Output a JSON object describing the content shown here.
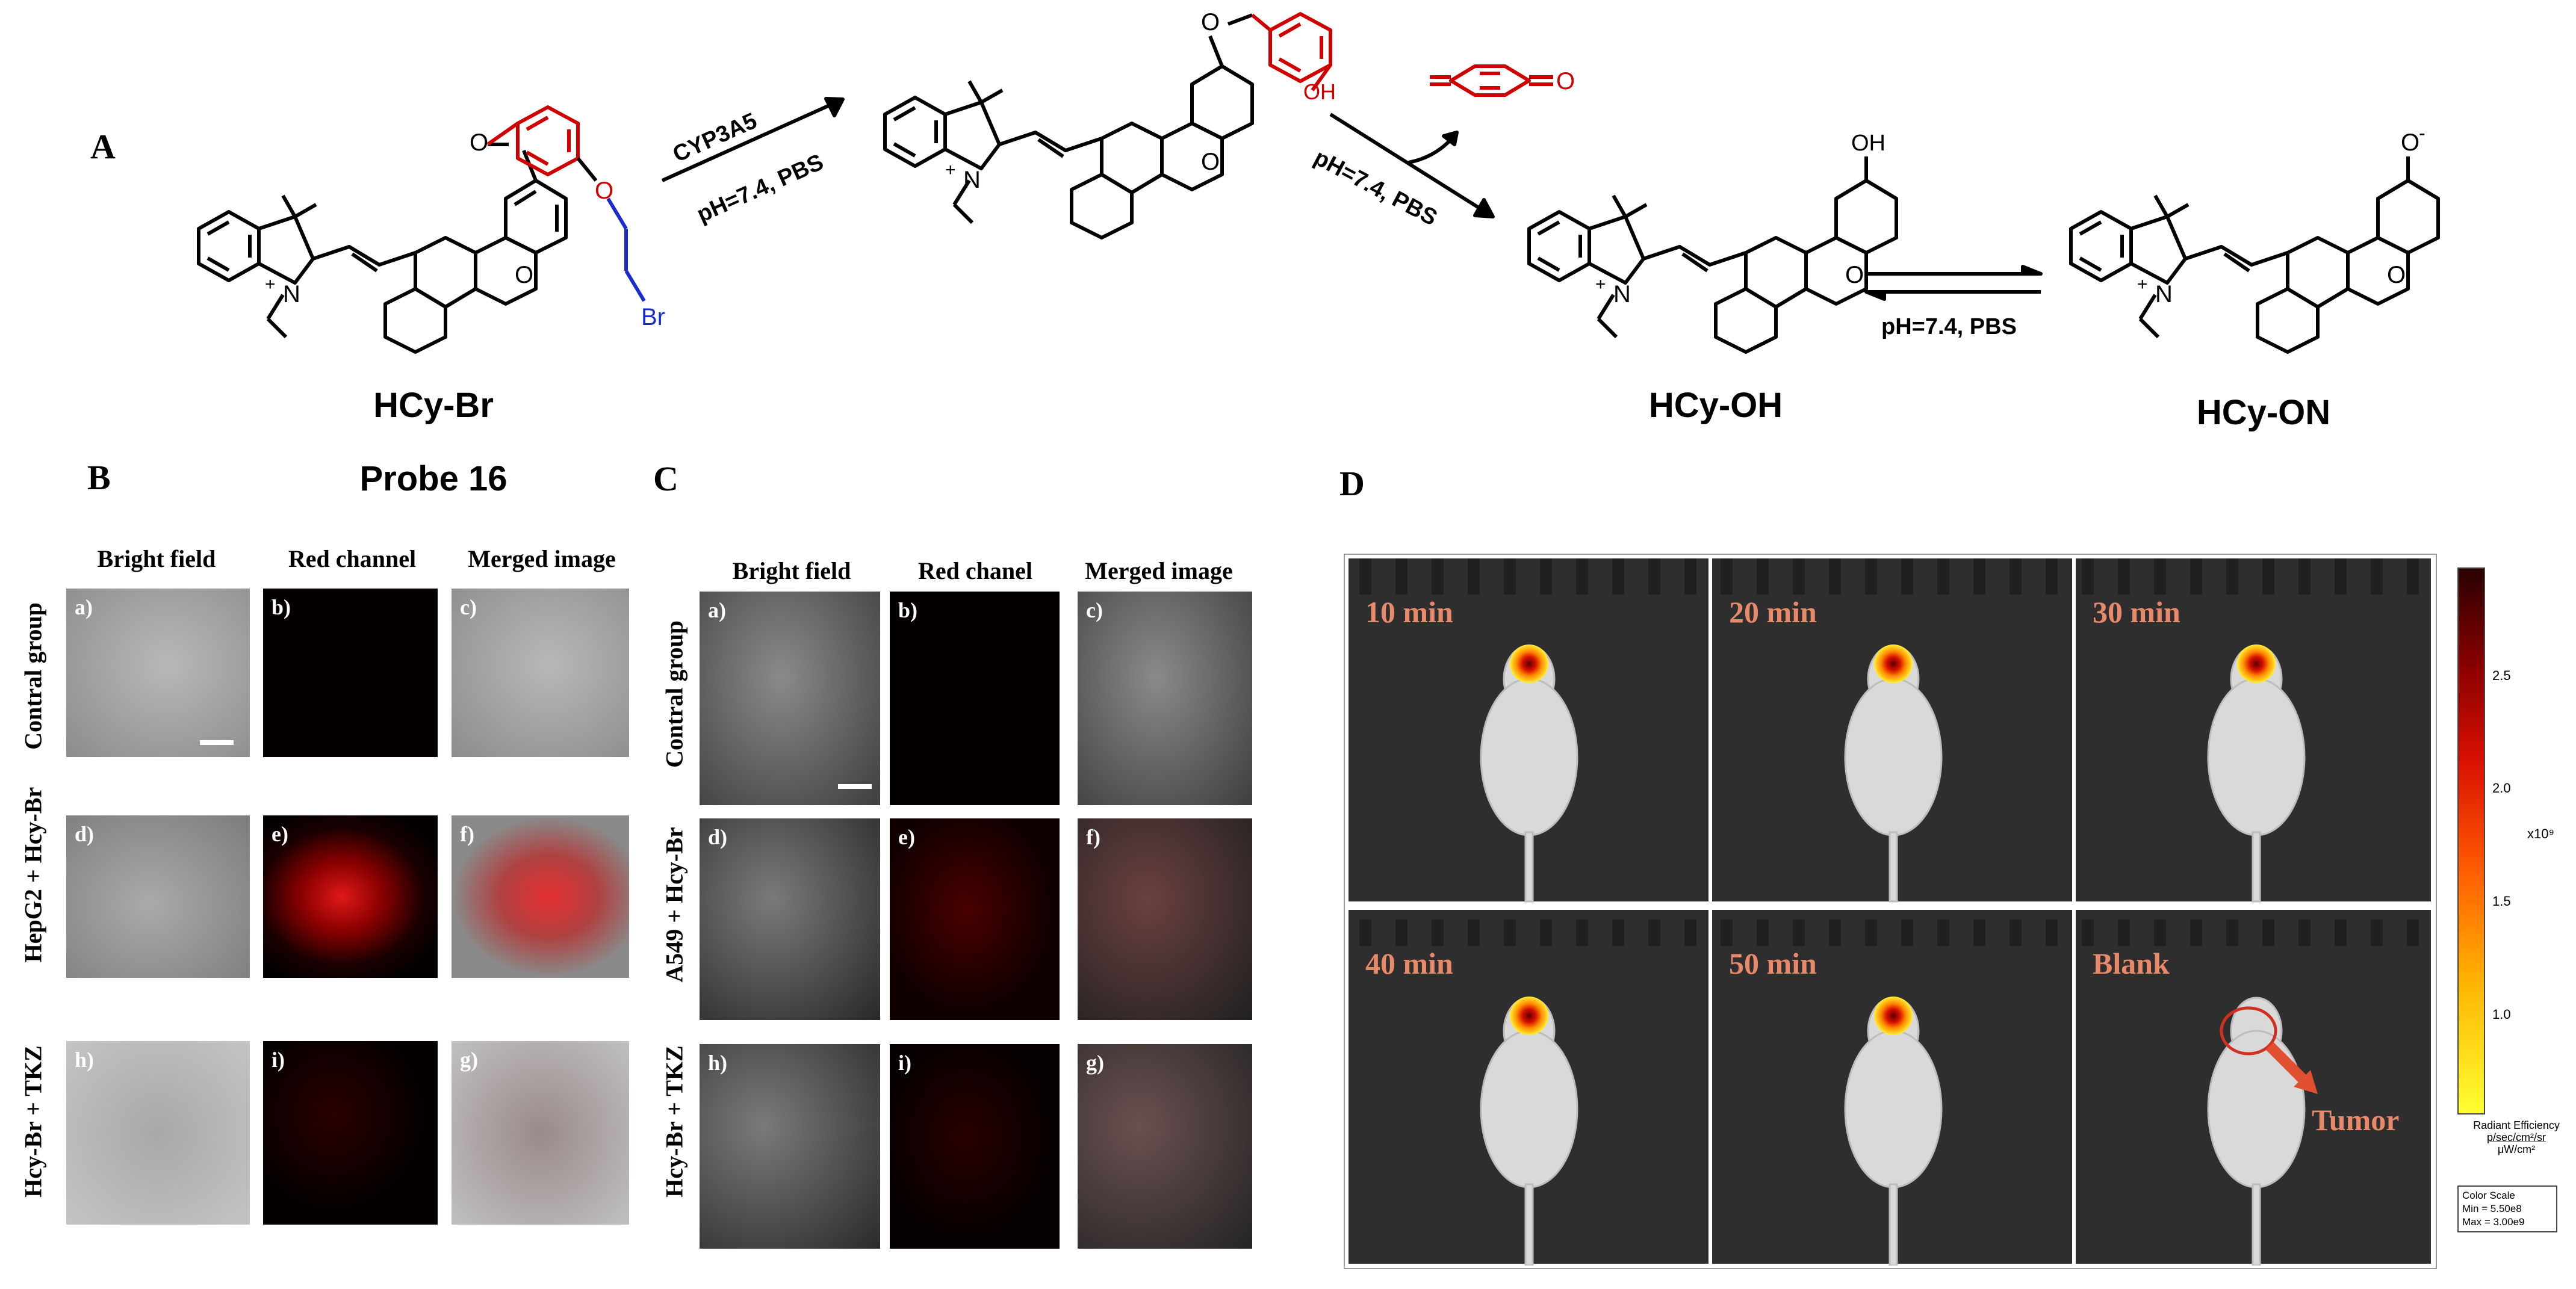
{
  "panel_A": {
    "letter": "A",
    "reactant_name": "HCy-Br",
    "reactant_subtitle": "Probe 16",
    "arrow1_top": "CYP3A5",
    "arrow1_bottom": "pH=7.4, PBS",
    "arrow2_label": "pH=7.4, PBS",
    "equilibrium_label": "pH=7.4, PBS",
    "product1_name": "HCy-OH",
    "product2_name": "HCy-ON",
    "atoms": {
      "O": "O",
      "OH": "OH",
      "Br": "Br",
      "N": "N",
      "plus": "+",
      "Ominus": "O",
      "minus": "-"
    }
  },
  "panel_B": {
    "letter": "B",
    "col_headers": [
      "Bright field",
      "Red channel",
      "Merged image"
    ],
    "row_headers": [
      "Contral group",
      "HepG2 + Hcy-Br",
      "Hcy-Br + TKZ"
    ],
    "cell_labels": [
      "a)",
      "b)",
      "c)",
      "d)",
      "e)",
      "f)",
      "h)",
      "i)",
      "g)"
    ]
  },
  "panel_C": {
    "letter": "C",
    "col_headers": [
      "Bright field",
      "Red chanel",
      "Merged image"
    ],
    "row_headers": [
      "Contral group",
      "A549 + Hcy-Br",
      "Hcy-Br + TKZ"
    ],
    "cell_labels": [
      "a)",
      "b)",
      "c)",
      "d)",
      "e)",
      "f)",
      "h)",
      "i)",
      "g)"
    ]
  },
  "panel_D": {
    "letter": "D",
    "time_labels": [
      "10 min",
      "20 min",
      "30 min",
      "40 min",
      "50 min",
      "Blank"
    ],
    "tumor_label": "Tumor",
    "colorbar": {
      "ticks": [
        "2.5",
        "2.0",
        "1.5",
        "1.0"
      ],
      "multiplier": "x10⁹",
      "unit_title": "Radiant Efficiency",
      "unit_num": "p/sec/cm²/sr",
      "unit_den": "μW/cm²",
      "scale_title": "Color Scale",
      "scale_min": "Min = 5.50e8",
      "scale_max": "Max = 3.00e9",
      "colors": [
        "#ffff33",
        "#ffb000",
        "#ff5a00",
        "#d81000",
        "#8a0000",
        "#2a0000"
      ]
    }
  }
}
